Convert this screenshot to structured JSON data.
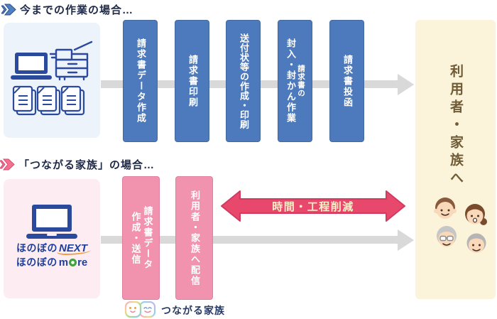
{
  "top_flow": {
    "title": "今までの作業の場合…",
    "steps": [
      {
        "col1": "請求書データ作成"
      },
      {
        "col1": "請求書印刷"
      },
      {
        "col1": "送付状等の作成・印刷"
      },
      {
        "col1": "請求書の",
        "col2": "封入・封かん作業"
      },
      {
        "col1": "請求書投函"
      }
    ]
  },
  "bottom_flow": {
    "title": "「つながる家族」の場合…",
    "steps": [
      {
        "col1": "請求書データ",
        "col2": "作成・送信"
      },
      {
        "col1": "利用者・家族へ配信"
      }
    ],
    "reduction_label": "時間・工程削減",
    "logo": {
      "line1_prefix": "ほのぼの",
      "line1_brand": "NEXT",
      "line2_prefix": "ほのぼの",
      "line2_brand_pre": "m",
      "line2_brand_post": "re"
    },
    "service_logo_label": "つながる家族"
  },
  "destination": {
    "label": "利用者・家族へ"
  },
  "colors": {
    "step_blue": "#4d7abc",
    "step_pink": "#f192ae",
    "panel_blue": "#edf3fa",
    "panel_pink": "#fdedf2",
    "destination_cream": "#fbf4da",
    "reduction_red": "#e9486d",
    "connector_gray": "#d9d9d9",
    "title_navy": "#202b49",
    "brand_navy": "#1c3f9e"
  }
}
